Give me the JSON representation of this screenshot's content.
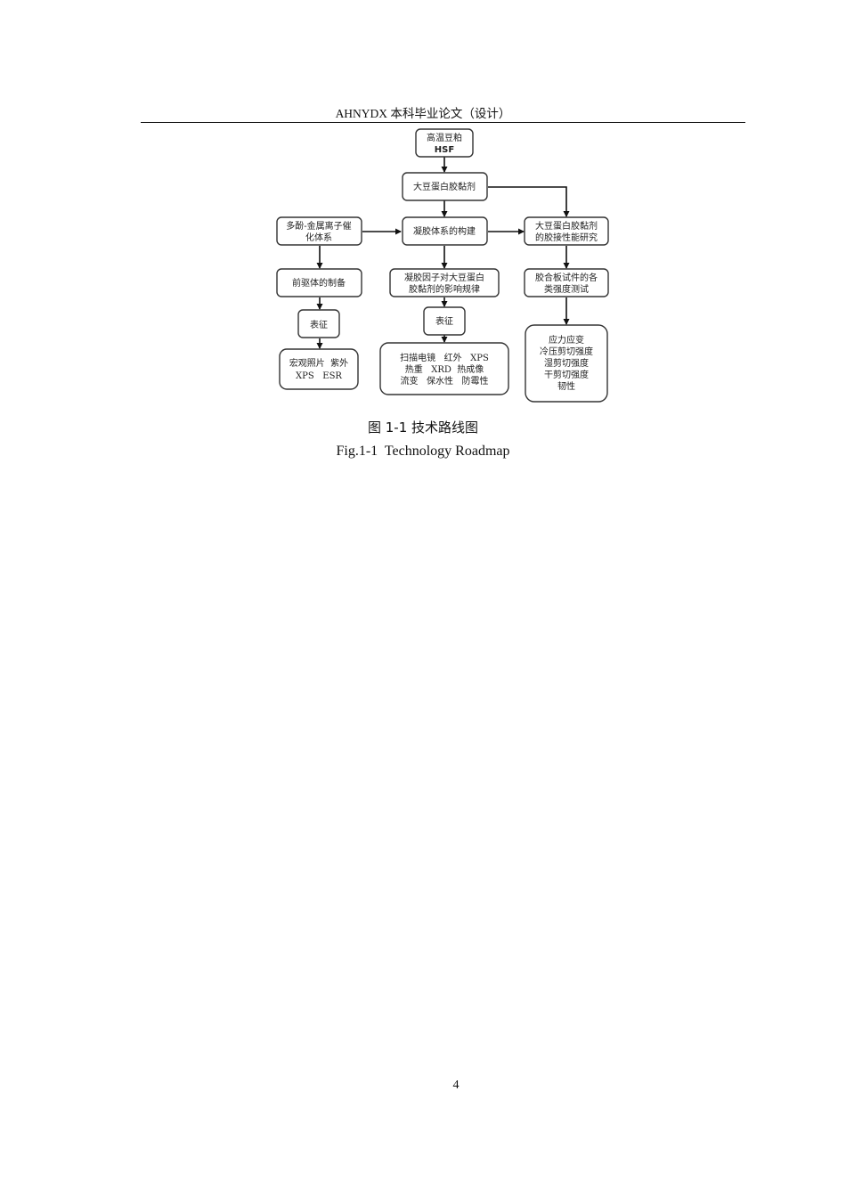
{
  "header": {
    "text": "AHNYDX 本科毕业论文（设计）"
  },
  "figure": {
    "nodes": {
      "hsf": [
        "高温豆粕",
        "HSF"
      ],
      "soy_adhesive": [
        "大豆蛋白胶黏剂"
      ],
      "polyphenol": [
        "多酚-金属离子催",
        "化体系"
      ],
      "gel_system": [
        "凝胶体系的构建"
      ],
      "bonding_study": [
        "大豆蛋白胶黏剂",
        "的胶接性能研究"
      ],
      "precursor": [
        "前驱体的制备"
      ],
      "gel_factor": [
        "凝胶因子对大豆蛋白",
        "胶黏剂的影响规律"
      ],
      "plywood_test": [
        "胶合板试件的各",
        "类强度测试"
      ],
      "char_left": [
        "表征"
      ],
      "char_mid": [
        "表征"
      ],
      "methods_left": [
        "宏观照片  紫外",
        "XPS   ESR"
      ],
      "methods_mid": [
        "扫描电镜   红外   XPS",
        "热重   XRD  热成像",
        "流变   保水性   防霉性"
      ],
      "strength_list": [
        "应力应变",
        "冷压剪切强度",
        "湿剪切强度",
        "干剪切强度",
        "韧性"
      ]
    },
    "caption_cn": "图 1-1 技术路线图",
    "caption_en": "Fig.1-1  Technology Roadmap"
  },
  "page_number": "4"
}
